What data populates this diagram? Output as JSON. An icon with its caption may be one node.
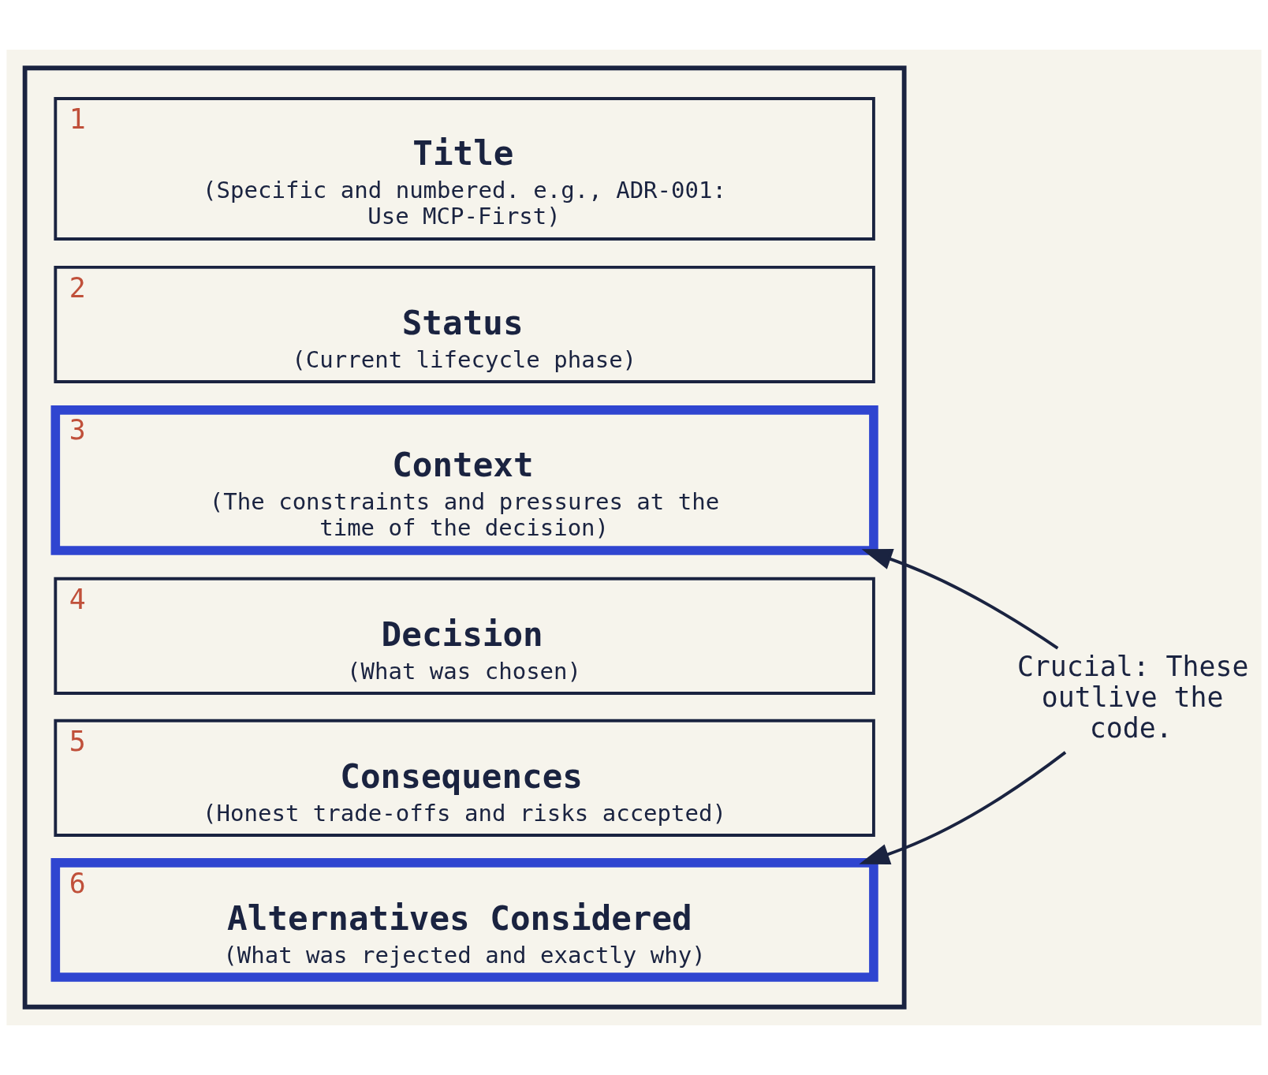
{
  "diagram": {
    "nodes": [
      {
        "text": [],
        "shape": "box"
      },
      {
        "text": [
          "1",
          "Title",
          "(Specific and numbered. e.g., ADR-001: Use MCP-First)"
        ],
        "in": 0
      },
      {
        "text": [
          "2",
          "Status",
          "(Current lifecycle phase)"
        ],
        "in": 0
      },
      {
        "text": [
          "3",
          "Context",
          "(The constraints and pressures at the time of the decision)"
        ],
        "in": 0
      },
      {
        "text": [
          "4",
          "Decision",
          "(What was chosen)"
        ],
        "in": 0
      },
      {
        "text": [
          "5",
          "Consequences",
          "(Honest trade-offs and risks accepted)"
        ],
        "in": 0
      },
      {
        "text": [
          "6",
          "Alternatives Considered",
          "(What was rejected and exactly why)"
        ],
        "in": 0
      },
      {
        "text": [
          "Crucial: These outlive the code."
        ]
      }
    ],
    "edges": [
      {
        "from": 7,
        "to": 3,
        "arrow": "to"
      },
      {
        "from": 7,
        "to": 6,
        "arrow": "to"
      }
    ]
  }
}
